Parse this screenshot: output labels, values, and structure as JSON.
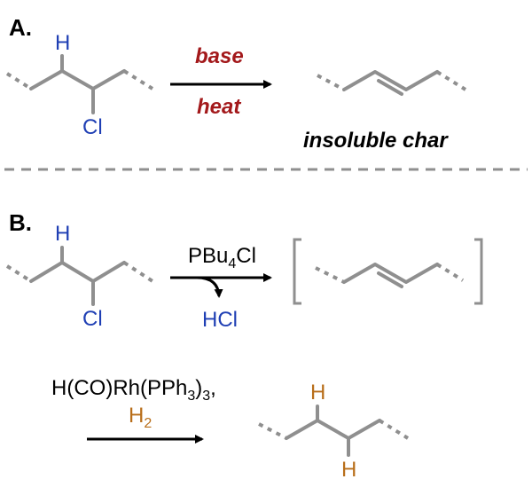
{
  "panel_a": {
    "label": "A.",
    "h_atom": "H",
    "cl_atom": "Cl",
    "conditions_top": "base",
    "conditions_bottom": "heat",
    "product_label": "insoluble char"
  },
  "panel_b": {
    "label": "B.",
    "h_atom": "H",
    "cl_atom": "Cl",
    "reagent_main": "PBu",
    "reagent_sub": "4",
    "reagent_tail": "Cl",
    "byproduct": "HCl",
    "catalyst_a": "H(CO)Rh(PPh",
    "catalyst_sub1": "3",
    "catalyst_b": ")",
    "catalyst_sub2": "3",
    "catalyst_c": ",",
    "hydrogen_main": "H",
    "hydrogen_sub": "2",
    "product_h_top": "H",
    "product_h_bottom": "H"
  },
  "colors": {
    "bond": "#8f8f8f",
    "atom_blue": "#1f3fb4",
    "atom_orange": "#b86e1a",
    "condition_red": "#a3191b"
  }
}
